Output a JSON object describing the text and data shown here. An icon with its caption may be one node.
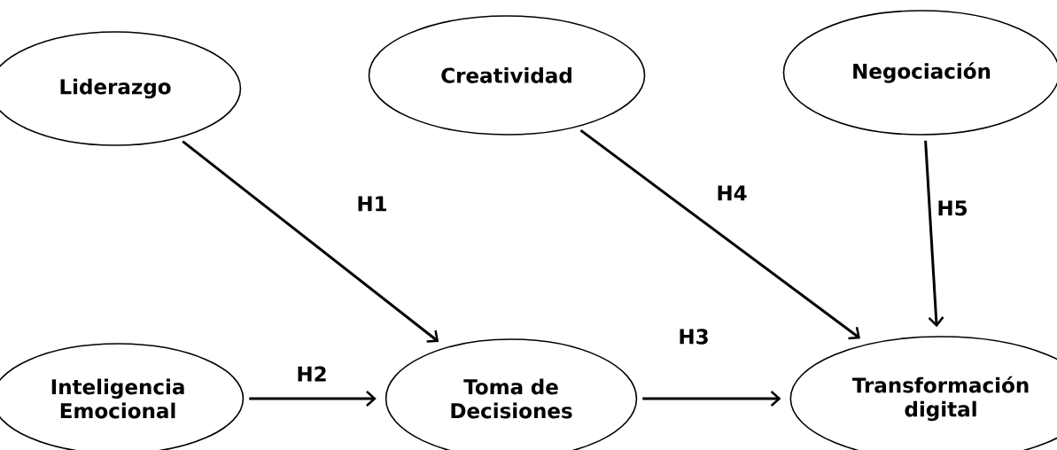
{
  "diagram": {
    "nodes": [
      {
        "text": [
          "Liderazgo"
        ]
      },
      {
        "text": [
          "Creatividad"
        ]
      },
      {
        "text": [
          "Negociación"
        ]
      },
      {
        "text": [
          "Inteligencia Emocional"
        ]
      },
      {
        "text": [
          "Toma de Decisiones"
        ]
      },
      {
        "text": [
          "Transformación digital"
        ]
      }
    ],
    "edges": [
      {
        "from": 0,
        "to": 4,
        "arrow": "to",
        "label": "H1"
      },
      {
        "from": 3,
        "to": 4,
        "arrow": "to",
        "label": "H2"
      },
      {
        "from": 4,
        "to": 5,
        "arrow": "to",
        "label": "H3"
      },
      {
        "from": 1,
        "to": 5,
        "arrow": "to",
        "label": "H4"
      },
      {
        "from": 2,
        "to": 5,
        "arrow": "to",
        "label": "H5"
      }
    ]
  }
}
